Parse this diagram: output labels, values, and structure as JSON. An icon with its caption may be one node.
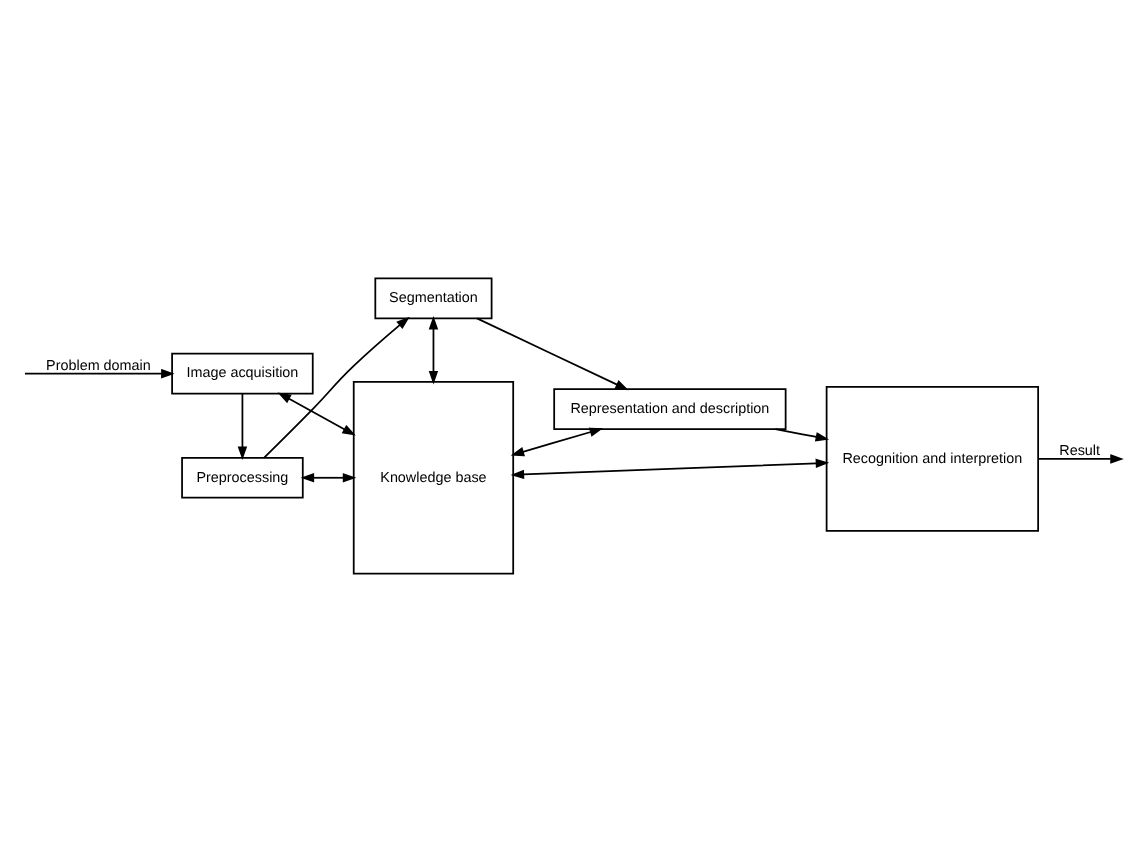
{
  "diagram": {
    "nodes": [
      {
        "text": [
          "Segmentation"
        ]
      },
      {
        "text": [
          "Representation and description"
        ]
      },
      {
        "text": [
          "Preprocessing"
        ]
      },
      {
        "text": [
          "Knowledge base"
        ]
      },
      {
        "text": [
          "Recognition and interpretion"
        ]
      },
      {
        "text": [
          "Image acquisition"
        ]
      }
    ],
    "edges": [
      {
        "from": 5,
        "to": 2,
        "arrow": "to"
      },
      {
        "from": 2,
        "to": 0,
        "arrow": "to"
      },
      {
        "from": 0,
        "to": 1,
        "arrow": "to"
      },
      {
        "from": 1,
        "to": 4,
        "arrow": "to"
      },
      {
        "from": 0,
        "to": 3,
        "arrow": "both"
      },
      {
        "from": 1,
        "to": 3,
        "arrow": "both"
      },
      {
        "from": 2,
        "to": 3,
        "arrow": "both"
      },
      {
        "from": 5,
        "to": 3,
        "arrow": "both"
      },
      {
        "from": 3,
        "to": 4,
        "arrow": "both"
      },
      {
        "from": null,
        "to": 5,
        "arrow": "to",
        "label": "Problem domain"
      },
      {
        "from": 4,
        "to": null,
        "arrow": "to",
        "label": "Result"
      }
    ]
  }
}
